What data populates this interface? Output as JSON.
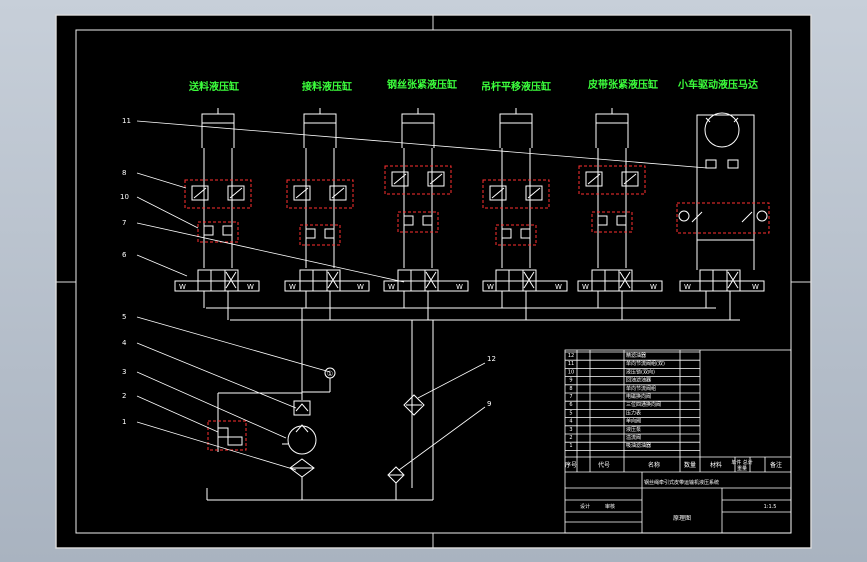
{
  "cylinder_labels": [
    "送料液压缸",
    "接料液压缸",
    "钢丝张紧液压缸",
    "吊杆平移液压缸",
    "皮带张紧液压缸",
    "小车驱动液压马达"
  ],
  "callouts": [
    "11",
    "8",
    "10",
    "7",
    "6",
    "5",
    "4",
    "3",
    "2",
    "1",
    "12",
    "9"
  ],
  "gauge_symbol": "①",
  "valve_letter": "W",
  "bom": {
    "row_numbers": [
      "12",
      "11",
      "10",
      "9",
      "8",
      "7",
      "6",
      "5",
      "4",
      "3",
      "2",
      "1"
    ],
    "row_names": [
      "精滤油器",
      "单向节流阀组(双)",
      "液压锁(双向)",
      "回油滤油器",
      "单向节流阀组",
      "电磁换向阀",
      "三位四通换向阀",
      "压力表",
      "单向阀",
      "液压泵",
      "溢流阀",
      "吸油滤油器"
    ],
    "header": {
      "seq": "序号",
      "code": "代号",
      "name": "名称",
      "qty": "数量",
      "material": "材料",
      "unit_total": "单件 总计",
      "weight": "重量",
      "note": "备注"
    },
    "title_block": {
      "project": "钢丝绳牵引式皮带运输机液压系统",
      "drawing": "原理图",
      "scale": "1:1.5",
      "row2_a": "设计",
      "row2_b": "审核"
    }
  }
}
